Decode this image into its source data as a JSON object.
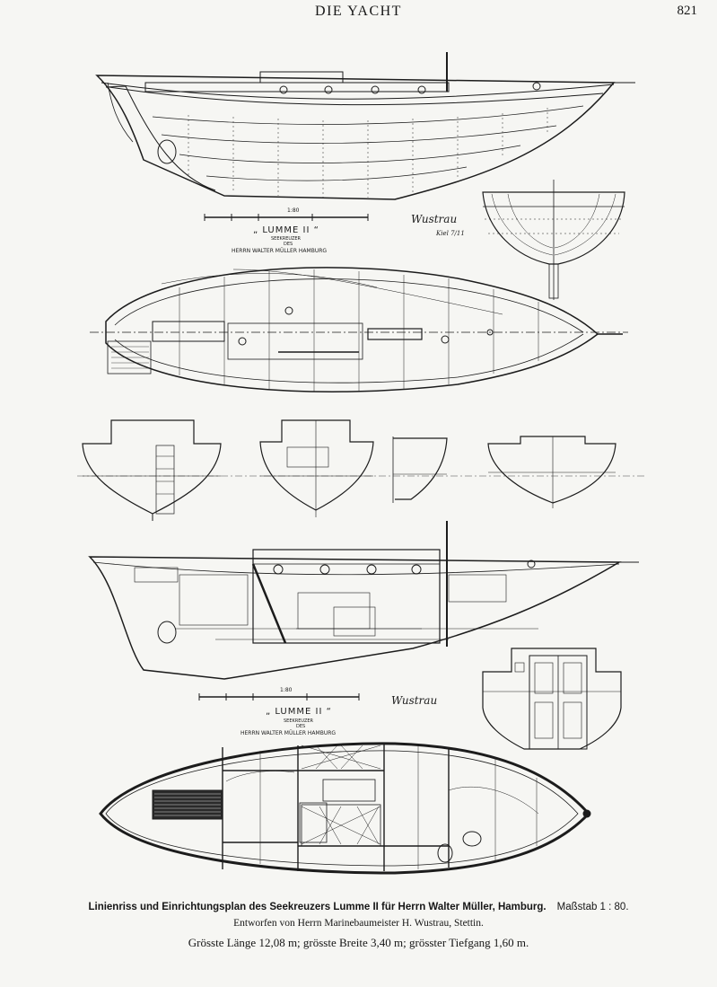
{
  "header": {
    "running_title": "DIE YACHT",
    "page_number": "821"
  },
  "drawing_labels": {
    "title_top": "„ LUMME II “",
    "title_bottom": "„ LUMME II “",
    "subtitle_1": "SEEKREUZER",
    "subtitle_2": "DES",
    "owner": "HERRN WALTER MÜLLER HAMBURG",
    "scale_mark": "1:80",
    "designer_signature": "Wustrau",
    "date_mark": "Kiel 7/11"
  },
  "caption": {
    "line1": "Linienriss und Einrichtungsplan des Seekreuzers Lumme II für Herrn Walter Müller, Hamburg.",
    "scale": "Maßstab 1 : 80.",
    "line2": "Entworfen von Herrn Marinebaumeister H. Wustrau, Stettin.",
    "line3": "Grösste Länge 12,08 m; grösste Breite 3,40 m; grösster Tiefgang 1,60 m."
  }
}
